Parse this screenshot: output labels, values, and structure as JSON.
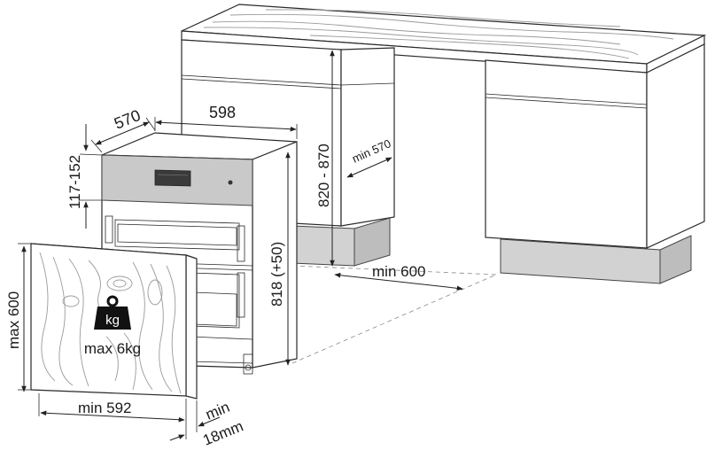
{
  "dimensions": {
    "depth": "570",
    "width": "598",
    "panel_height_range": "117-152",
    "niche_height": "820 - 870",
    "niche_depth": "min 570",
    "appliance_height": "818 (+50)",
    "clearance": "min 600",
    "door_height": "max 600",
    "door_weight": "max 6kg",
    "door_width": "min 592",
    "gap_min": "min",
    "gap_value": "18mm"
  },
  "icons": {
    "weight": "kg"
  },
  "colors": {
    "line": "#2a2a2a",
    "plinth": "#d2d2d2",
    "control_panel": "#c9c9c9",
    "grain": "#9a9a9a"
  }
}
